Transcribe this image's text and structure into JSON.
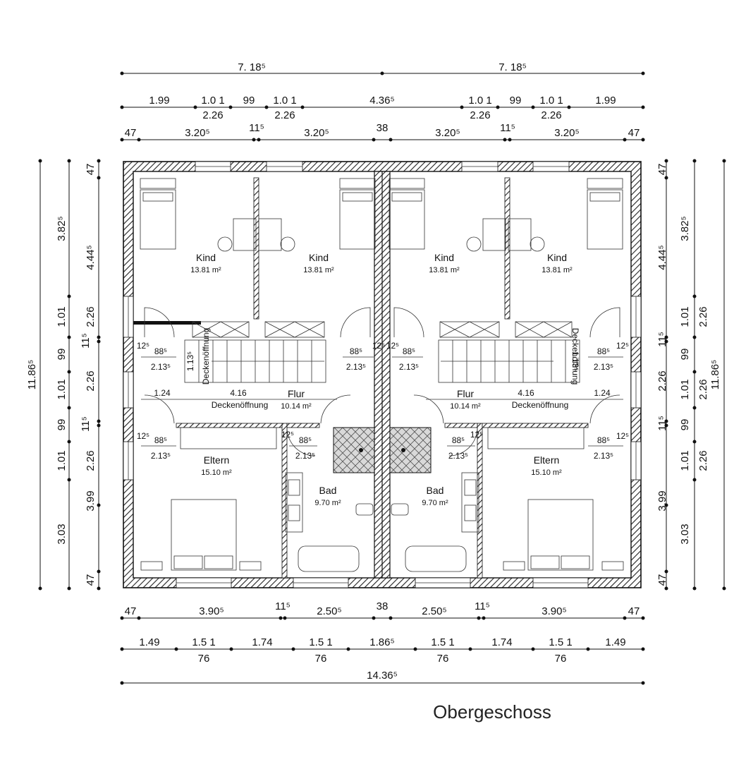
{
  "title": "Obergeschoss",
  "rooms": {
    "kind_1": {
      "name": "Kind",
      "area": "13.81 m²"
    },
    "kind_2": {
      "name": "Kind",
      "area": "13.81 m²"
    },
    "kind_3": {
      "name": "Kind",
      "area": "13.81 m²"
    },
    "kind_4": {
      "name": "Kind",
      "area": "13.81 m²"
    },
    "flur_l": {
      "name": "Flur",
      "area": "10.14 m²"
    },
    "flur_r": {
      "name": "Flur",
      "area": "10.14 m²"
    },
    "eltern_l": {
      "name": "Eltern",
      "area": "15.10 m²"
    },
    "eltern_r": {
      "name": "Eltern",
      "area": "15.10 m²"
    },
    "bad_l": {
      "name": "Bad",
      "area": "9.70 m²"
    },
    "bad_r": {
      "name": "Bad",
      "area": "9.70 m²"
    }
  },
  "labels": {
    "deckenoeffnung": "Deckenöffnung",
    "flur_dim": "4.16",
    "flur_side": "1.24"
  },
  "dims": {
    "top_row1": [
      "7. 18⁵",
      "7. 18⁵"
    ],
    "top_row2_upper": [
      "1.99",
      "1.0 1",
      "99",
      "1.0 1",
      "4.36⁵",
      "1.0 1",
      "99",
      "1.0 1",
      "1.99"
    ],
    "top_row2_lower": [
      "2.26",
      "2.26",
      "2.26",
      "2.26"
    ],
    "top_row3": [
      "47",
      "3.20⁵",
      "11⁵",
      "3.20⁵",
      "38",
      "3.20⁵",
      "11⁵",
      "3.20⁵",
      "47"
    ],
    "bottom_row1": [
      "47",
      "3.90⁵",
      "11⁵",
      "2.50⁵",
      "38",
      "2.50⁵",
      "11⁵",
      "3.90⁵",
      "47"
    ],
    "bottom_row2_upper": [
      "1.49",
      "1.5 1",
      "1.74",
      "1.5 1",
      "1.86⁵",
      "1.5 1",
      "1.74",
      "1.5 1",
      "1.49"
    ],
    "bottom_row2_lower": [
      "76",
      "76",
      "76",
      "76"
    ],
    "bottom_total": "14.36⁵",
    "left_outer": "11.86⁵",
    "left_mid": [
      "3.82⁵",
      "1.01",
      "99",
      "1.01",
      "99",
      "1.01",
      "3.03"
    ],
    "left_inner": [
      "47",
      "4.44⁵",
      "2.26",
      "11⁵",
      "2.26",
      "11⁵",
      "2.26",
      "3.99",
      "47"
    ],
    "right_outer": "11.86⁵",
    "right_mid": [
      "3.82⁵",
      "1.01",
      "99",
      "1.01",
      "99",
      "1.01",
      "3.03"
    ],
    "right_inner": [
      "47",
      "4.44⁵",
      "2.26",
      "11⁵",
      "2.26",
      "11⁵",
      "2.26",
      "3.99",
      "47"
    ],
    "window_a": "12⁵",
    "window_b": "88⁵",
    "window_c": "2.13⁵",
    "stair": "1.13⁵"
  }
}
